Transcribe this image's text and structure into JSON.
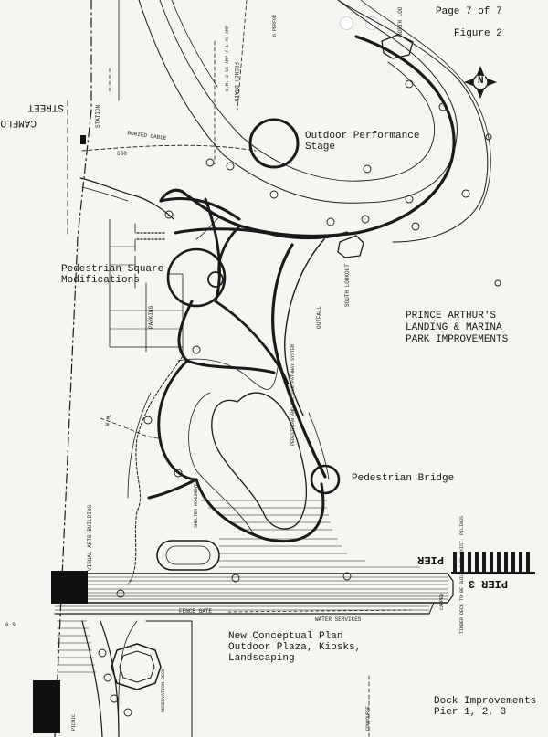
{
  "header": {
    "page_label": "Page 7 of 7",
    "figure_label": "Figure 2"
  },
  "compass": {
    "letter": "N",
    "icon": "north-arrow-icon"
  },
  "labels": {
    "outdoor_stage": [
      "Outdoor Performance",
      "Stage"
    ],
    "camelot": [
      "CAMELOT",
      "STREET"
    ],
    "ped_square": [
      "Pedestrian Square",
      "Modifications"
    ],
    "prince_arthur": [
      "PRINCE ARTHUR'S",
      "LANDING & MARINA",
      "PARK IMPROVEMENTS"
    ],
    "ped_bridge": "Pedestrian Bridge",
    "conceptual": [
      "New Conceptual Plan",
      "Outdoor Plaza, Kiosks,",
      "Landscaping"
    ],
    "dock": [
      "Dock Improvements",
      "Pier 1, 2, 3"
    ],
    "pier_main": "PIER",
    "pier_3": "PIER 3"
  },
  "annotations": {
    "north_lookout": "NORTH LOO",
    "south_lookout": "SOUTH LOOKOUT",
    "outfall": "OUTFALL",
    "ped_bicycle": "PEDESTRIAN AND BICYCLE PATHWAY SYSTEM",
    "parking": "PARKING",
    "visual_arts": "VISUAL ARTS BUILDING",
    "fence_gate": "FENCE GATE",
    "water_services": "WATER SERVICES",
    "timber_deck": "TIMBER DECK TO BE BUILT OVER EXIST. PILINGS",
    "sea_wall": "CAPPED",
    "buried_cable": "BURIED CABLE",
    "station": "STATION",
    "french_drain": "FRENCH DRAIN",
    "wm_a": "W.M. 2 15 AMP / 1 40 AMP",
    "wm_b": "W.M.",
    "foot_note": "6 PERFOR",
    "observation_deck": "OBSERVATION DECK",
    "concourse": "CONCOURSE",
    "picnic": "PICNIC",
    "margin_mark": "6.9",
    "contour": "600",
    "memorial": "SHELTER MONUMENT"
  }
}
